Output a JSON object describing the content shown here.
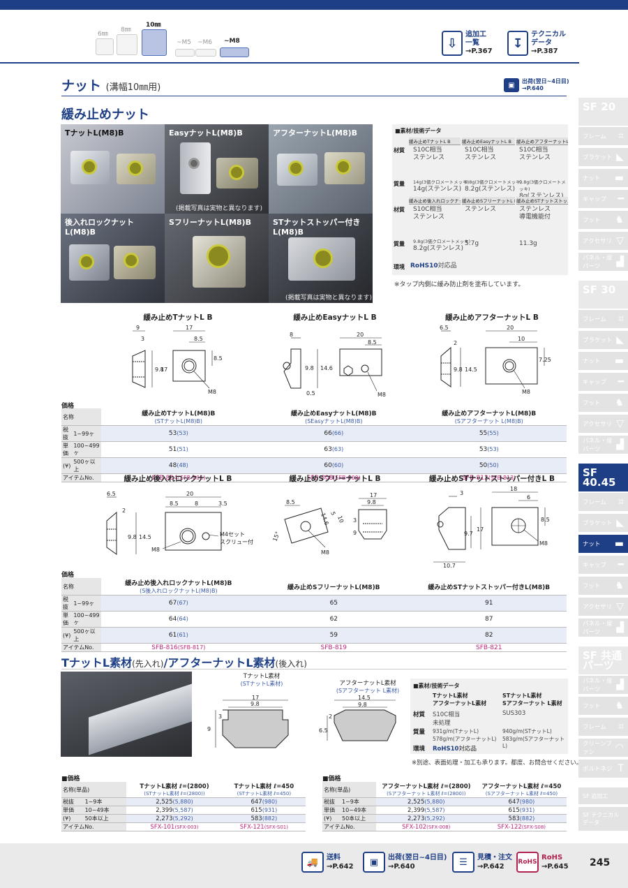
{
  "nav": {
    "sizes": [
      {
        "label": "6㎜",
        "active": false
      },
      {
        "label": "8㎜",
        "active": false
      },
      {
        "label": "10㎜",
        "active": true
      },
      {
        "label": "~M5",
        "active": false
      },
      {
        "label": "~M6",
        "active": false
      },
      {
        "label": "~M8",
        "active": true
      }
    ],
    "ref1": {
      "label1": "追加工",
      "label2": "一覧",
      "page": "→P.367"
    },
    "ref2": {
      "label1": "テクニカル",
      "label2": "データ",
      "page": "→P.387"
    }
  },
  "header": {
    "title": "ナット",
    "subtitle": "(溝幅10㎜用)",
    "ship_label": "出荷(翌日~4日目)",
    "ship_page": "→P.640"
  },
  "section1": {
    "title": "緩み止めナット"
  },
  "photos": [
    {
      "title": "TナットL(M8)B",
      "note": ""
    },
    {
      "title": "EasyナットL(M8)B",
      "note": "(掲載写真は実物と異なります)"
    },
    {
      "title": "アフターナットL(M8)B",
      "note": ""
    },
    {
      "title": "後入れロックナットL(M8)B",
      "note": ""
    },
    {
      "title": "SフリーナットL(M8)B",
      "note": ""
    },
    {
      "title": "STナットストッパー付きL(M8)B",
      "note": "(掲載写真は実物と異なります)"
    }
  ],
  "spec1": {
    "title": "■素材/技術データ",
    "row1_headers": [
      "緩み止めTナットL B",
      "緩み止めEasyナットL B",
      "緩み止めアフターナットL B"
    ],
    "row1_material_label": "材質",
    "row1_material": [
      [
        "S10C相当",
        "ステンレス"
      ],
      [
        "S10C相当",
        "ステンレス"
      ],
      [
        "S10C相当",
        "ステンレス"
      ]
    ],
    "row1_mass_label": "質量",
    "row1_mass": [
      [
        "14g(3価クロメートメッキ)",
        "14g(ステンレス)"
      ],
      [
        "9.8g(3価クロメートメッキ)",
        "8.2g(ステンレス)"
      ],
      [
        "9.8g(3価クロメートメッキ)",
        "8g(ステンレス)"
      ]
    ],
    "row2_headers": [
      "緩み止め後入れロックナットL B",
      "緩み止めSフリーナットL B",
      "緩み止めSTナットストッパー付きL B"
    ],
    "row2_material": [
      [
        "S10C相当",
        "ステンレス"
      ],
      [
        "ステンレス",
        ""
      ],
      [
        "ステンレス",
        "導電機能付"
      ]
    ],
    "row2_mass": [
      [
        "9.8g(3価クロメートメッキ)",
        "8.2g(ステンレス)"
      ],
      [
        "5.7g",
        ""
      ],
      [
        "11.3g",
        ""
      ]
    ],
    "env_label": "環境",
    "rohs": "RoHS10",
    "rohs_suffix": "対応品",
    "note": "※タップ内側に緩み防止剤を塗布しています。"
  },
  "drawings1": {
    "t1": "緩み止めTナットL B",
    "t2": "緩み止めEasyナットL B",
    "t3": "緩み止めアフターナットL B",
    "d1": {
      "a": "9",
      "b": "3",
      "c": "17",
      "d": "8.5",
      "e": "9.8",
      "f": "17",
      "g": "8.5",
      "m": "M8"
    },
    "d2": {
      "a": "8",
      "b": "20",
      "c": "8.5",
      "d": "9.8",
      "e": "14.6",
      "f": "0.5",
      "m": "M8"
    },
    "d3": {
      "a": "6.5",
      "b": "2",
      "c": "20",
      "d": "10",
      "e": "9.8",
      "f": "14.5",
      "g": "7.25",
      "m": "M8"
    }
  },
  "price1": {
    "label": "価格",
    "name_label": "名称",
    "row_labels": [
      "税抜",
      "単価",
      "(¥)"
    ],
    "qty": [
      "1~99ヶ",
      "100~499ヶ",
      "500ヶ以上"
    ],
    "item_label": "アイテムNo.",
    "cols": [
      {
        "name": "緩み止めTナットL(M8)B",
        "sub": "(STナットL(M8)B)",
        "prices": [
          "53",
          "51",
          "48"
        ],
        "sprices": [
          "(53)",
          "(51)",
          "(48)"
        ],
        "item": "SFB-804",
        "sitem": "(SFB-805)"
      },
      {
        "name": "緩み止めEasyナットL(M8)B",
        "sub": "(SEasyナットL(M8)B)",
        "prices": [
          "66",
          "63",
          "60"
        ],
        "sprices": [
          "(66)",
          "(63)",
          "(60)"
        ],
        "item": "SFB-808",
        "sitem": "(SFB-809)"
      },
      {
        "name": "緩み止めアフターナットL(M8)B",
        "sub": "(Sアフターナット L(M8)B)",
        "prices": [
          "55",
          "53",
          "50"
        ],
        "sprices": [
          "(55)",
          "(53)",
          "(50)"
        ],
        "item": "SFB-812",
        "sitem": "(SFB-813)"
      }
    ]
  },
  "drawings2": {
    "t1": "緩み止め後入れロックナットL B",
    "t2": "緩み止めSフリーナットL B",
    "t3": "緩み止めSTナットストッパー付きL B",
    "d1": {
      "a": "6.5",
      "b": "2",
      "c": "20",
      "d": "8.5",
      "e": "8",
      "f": "3.5",
      "g": "9.8",
      "h": "14.5",
      "m": "M8",
      "note1": "M4セット",
      "note2": "スクリュー付"
    },
    "d2": {
      "a": "8.5",
      "b": "14.6",
      "c": "10",
      "d": "5",
      "e": "15°",
      "f": "17",
      "g": "9.8",
      "h": "3",
      "i": "9",
      "m": "M8"
    },
    "d3": {
      "a": "3",
      "b": "18",
      "c": "6",
      "d": "9.7",
      "e": "17",
      "f": "8.5",
      "g": "10.7",
      "m": "M8"
    }
  },
  "price2": {
    "label": "価格",
    "cols": [
      {
        "name": "緩み止め後入れロックナットL(M8)B",
        "sub": "(S後入れロックナットL(M8)B)",
        "prices": [
          "67",
          "64",
          "61"
        ],
        "sprices": [
          "(67)",
          "(64)",
          "(61)"
        ],
        "item": "SFB-816",
        "sitem": "(SFB-817)"
      },
      {
        "name": "緩み止めSフリーナットL(M8)B",
        "sub": "",
        "prices": [
          "65",
          "62",
          "59"
        ],
        "sprices": [
          "",
          "",
          ""
        ],
        "item": "SFB-819",
        "sitem": ""
      },
      {
        "name": "緩み止めSTナットストッパー付きL(M8)B",
        "sub": "",
        "prices": [
          "91",
          "87",
          "82"
        ],
        "sprices": [
          "",
          "",
          ""
        ],
        "item": "SFB-821",
        "sitem": ""
      }
    ]
  },
  "section2": {
    "title": "TナットL素材",
    "sub1": "(先入れ)",
    "mid": "/アフターナットL素材",
    "sub2": "(後入れ)"
  },
  "drawings3": {
    "t1": "TナットL素材",
    "t1s": "(STナットL素材)",
    "t2": "アフターナットL素材",
    "t2s": "(Sアフターナット L素材)",
    "d1": {
      "a": "17",
      "b": "9.8",
      "c": "3",
      "d": "9"
    },
    "d2": {
      "a": "14.5",
      "b": "9.8",
      "c": "2",
      "d": "6.5"
    }
  },
  "spec2": {
    "title": "■素材/技術データ",
    "h1a": "TナットL素材",
    "h1b": "アフターナットL素材",
    "h2a": "STナットL素材",
    "h2b": "Sアフターナット L素材",
    "material_label": "材質",
    "mass_label": "質量",
    "env_label": "環境",
    "m1": "S10C相当",
    "m1b": "未処理",
    "m2": "SUS303",
    "mass1a": "931g/m(TナットL)",
    "mass1b": "578g/m(アフターナットL)",
    "mass2a": "940g/m(STナットL)",
    "mass2b": "583g/m(Sアフターナット L)",
    "rohs": "RoHS10",
    "rohs_suffix": "対応品",
    "note": "※別途、表面処理・加工も承ります。都度、お問合せください。"
  },
  "price3": {
    "label": "■価格",
    "name_label": "名称(単品)",
    "qty": [
      "1~9本",
      "10~49本",
      "50本以上"
    ],
    "item_label": "アイテムNo.",
    "cols": [
      {
        "name": "TナットL素材 ℓ=(2800)",
        "sub": "(STナットL素材 ℓ=(2800))",
        "prices": [
          "2,525",
          "2,399",
          "2,273"
        ],
        "sprices": [
          "(5,880)",
          "(5,587)",
          "(5,292)"
        ],
        "item": "SFX-101",
        "sitem": "(SFX-003)"
      },
      {
        "name": "TナットL素材 ℓ=450",
        "sub": "(STナットL素材 ℓ=450)",
        "prices": [
          "647",
          "615",
          "583"
        ],
        "sprices": [
          "(980)",
          "(931)",
          "(882)"
        ],
        "item": "SFX-121",
        "sitem": "(SFX-S01)"
      }
    ]
  },
  "price4": {
    "label": "■価格",
    "cols": [
      {
        "name": "アフターナットL素材 ℓ=(2800)",
        "sub": "(Sアフターナット L素材 ℓ=(2800))",
        "prices": [
          "2,525",
          "2,399",
          "2,273"
        ],
        "sprices": [
          "(5,880)",
          "(5,587)",
          "(5,292)"
        ],
        "item": "SFX-102",
        "sitem": "(SFX-008)"
      },
      {
        "name": "アフターナットL素材 ℓ=450",
        "sub": "(Sアフターナット L素材 ℓ=450)",
        "prices": [
          "647",
          "615",
          "583"
        ],
        "sprices": [
          "(980)",
          "(931)",
          "(882)"
        ],
        "item": "SFX-122",
        "sitem": "(SFX-S08)"
      }
    ]
  },
  "sidebar": {
    "groups": [
      {
        "cat": "SF 20",
        "active": false,
        "items": [
          "フレーム",
          "ブラケット",
          "ナット",
          "キャップ",
          "フット",
          "アクセサリ",
          "パネル・扉パーツ"
        ]
      },
      {
        "cat": "SF 30",
        "active": false,
        "items": [
          "フレーム",
          "ブラケット",
          "ナット",
          "キャップ",
          "フット",
          "アクセサリ",
          "パネル・扉パーツ"
        ]
      },
      {
        "cat": "SF 40.45",
        "active": true,
        "items": [
          "フレーム",
          "ブラケット",
          "ナット",
          "キャップ",
          "フット",
          "アクセサリ",
          "パネル・扉パーツ"
        ]
      },
      {
        "cat": "SF 共通パーツ",
        "active": false,
        "items": [
          "パネル・扉パーツ",
          "フット",
          "フレーム",
          "クリーンファン",
          "ボルトネジ"
        ]
      }
    ],
    "extra1": "SF 追加工",
    "extra2": "SF テクニカルデータ"
  },
  "footer": {
    "items": [
      {
        "l": "送料",
        "p": "→P.642",
        "icon": "truck-icon"
      },
      {
        "l": "出荷(翌日~4日目)",
        "p": "→P.640",
        "icon": "box-icon"
      },
      {
        "l": "見積・注文",
        "p": "→P.642",
        "icon": "form-icon"
      },
      {
        "l": "RoHS",
        "p": "→P.645",
        "icon": "rohs-icon"
      }
    ],
    "page": "245"
  }
}
